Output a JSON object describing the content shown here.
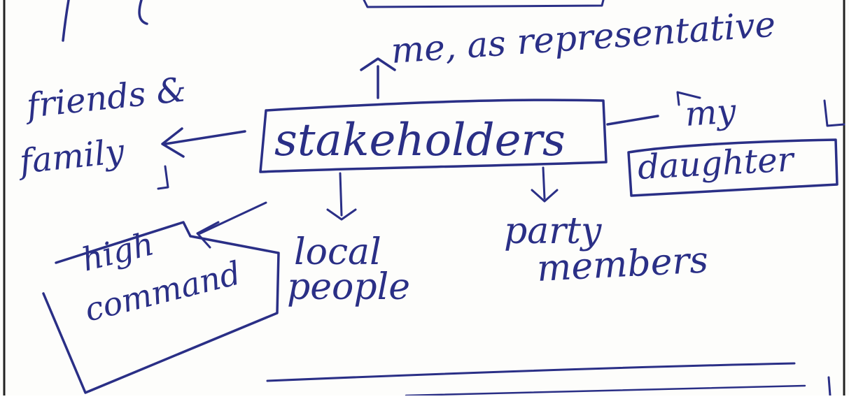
{
  "colors": {
    "ink": "#2a2f86",
    "paper": "#fdfdfb",
    "border": "#222222"
  },
  "nodes": {
    "representative": "me, as representative",
    "center": "stakeholders",
    "friends_line1": "friends &",
    "friends_line2": "family",
    "daughter_line1": "my",
    "daughter_line2": "daughter",
    "high_command_line1": "high",
    "high_command_line2": "command",
    "local_line1": "local",
    "local_line2": "people",
    "party_line1": "party",
    "party_line2": "members"
  }
}
